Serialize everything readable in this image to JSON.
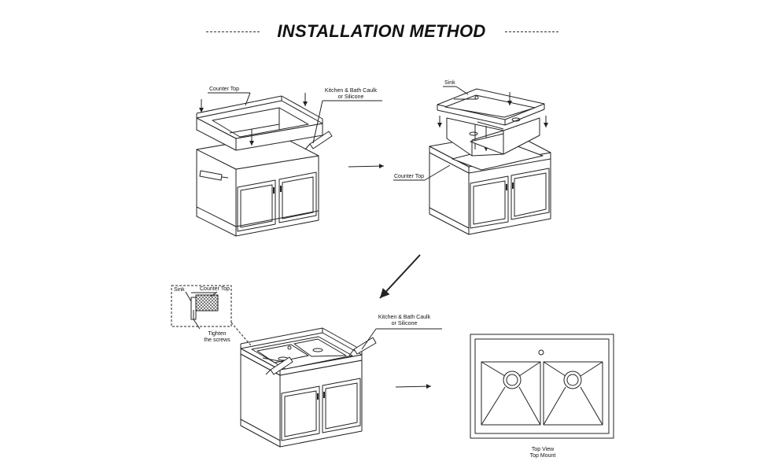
{
  "title": "INSTALLATION METHOD",
  "step1": {
    "countertop_label": "Counter Top",
    "caulk_label_line1": "Kitchen & Bath Caulk",
    "caulk_label_line2": "or Silicone"
  },
  "step2": {
    "sink_label": "Sink",
    "countertop_label": "Counter Top"
  },
  "step3": {
    "inset_sink_label": "Sink",
    "inset_countertop_label": "Counter Top",
    "screws_label_line1": "Tighten",
    "screws_label_line2": "the screws",
    "caulk_label_line1": "Kitchen & Bath Caulk",
    "caulk_label_line2": "or Silicone"
  },
  "step4": {
    "caption_line1": "Top View",
    "caption_line2": "Top Mount"
  },
  "colors": {
    "line": "#222222",
    "background": "#ffffff"
  }
}
